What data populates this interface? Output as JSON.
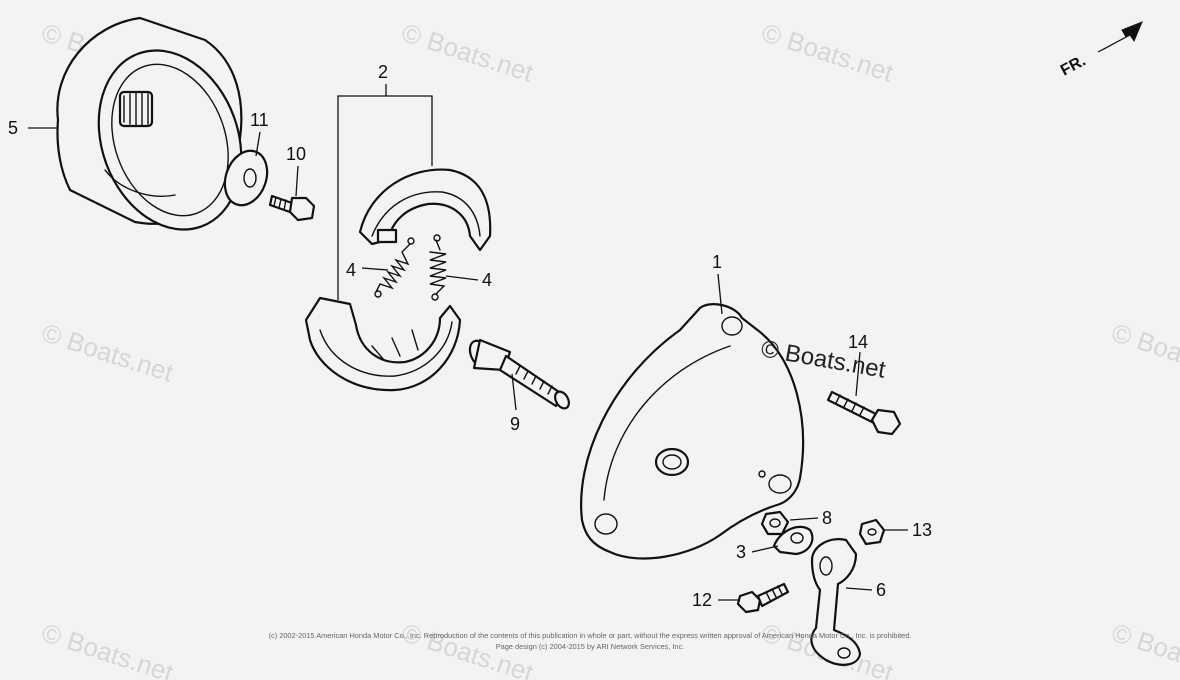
{
  "watermark": "© Boats.net",
  "brand_mark": "© Boats.net",
  "direction_label": "FR.",
  "callouts": {
    "p1": "1",
    "p2": "2",
    "p3": "3",
    "p4a": "4",
    "p4b": "4",
    "p5": "5",
    "p6": "6",
    "p8": "8",
    "p9": "9",
    "p10": "10",
    "p11": "11",
    "p12": "12",
    "p13": "13",
    "p14": "14"
  },
  "copyright": {
    "line1": "(c) 2002-2015 American Honda Motor Co., Inc. Reproduction of the contents of this publication in whole or part, without the express written approval of American Honda Motor Co., Inc. is prohibited.",
    "line2": "Page design (c) 2004-2015 by ARI Network Services, Inc."
  }
}
